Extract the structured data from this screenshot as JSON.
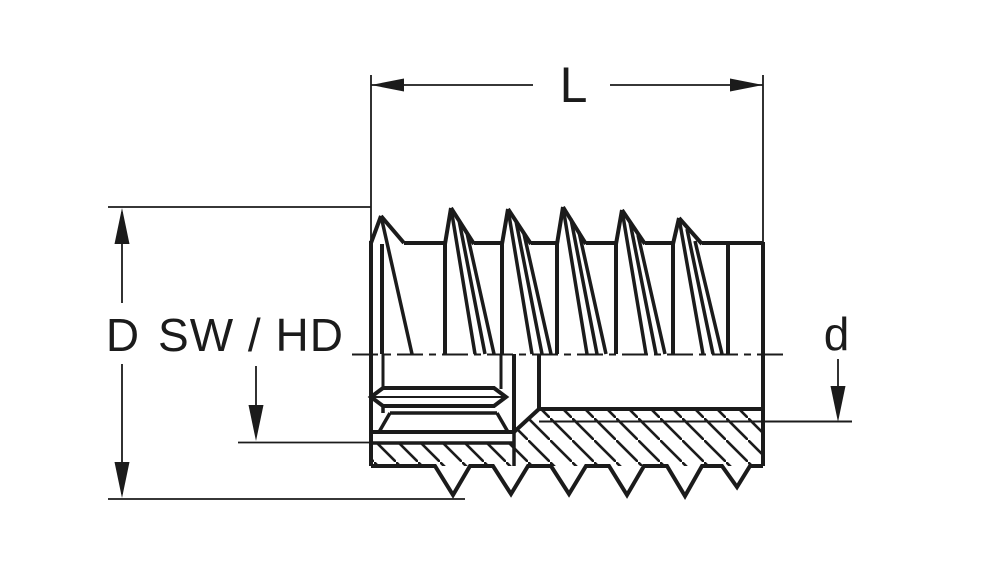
{
  "drawing": {
    "type": "technical-drawing",
    "labels": {
      "length": "L",
      "outer_diameter": "D",
      "wrench_size_head_diameter": "SW / HD",
      "inner_diameter": "d"
    },
    "colors": {
      "line": "#1b1b1b",
      "background": "#ffffff"
    }
  }
}
